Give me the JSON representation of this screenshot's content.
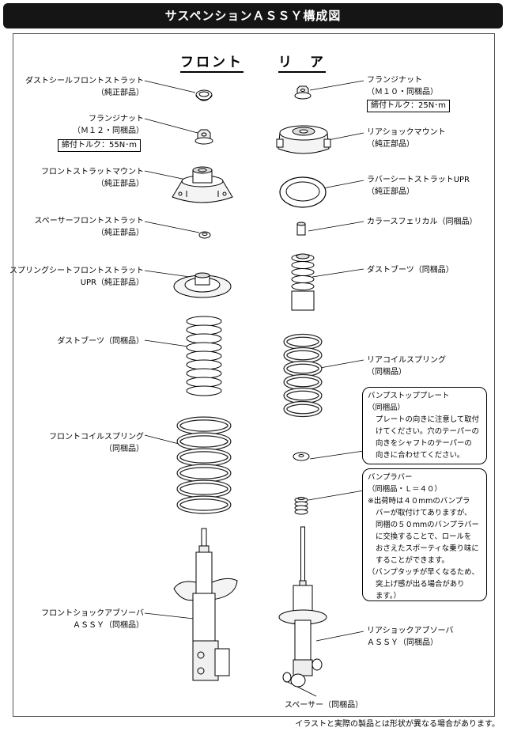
{
  "header": {
    "title": "サスペンションＡＳＳＹ構成図"
  },
  "columns": {
    "front": "フロント",
    "rear": "リ　ア"
  },
  "front_labels": {
    "dust_seal": [
      "ダストシールフロントストラット",
      "（純正部品）"
    ],
    "flange_nut": [
      "フランジナット",
      "（Ｍ１２・同梱品）"
    ],
    "flange_nut_torque": "締付トルク：55N･m",
    "strut_mount": [
      "フロントストラットマウント",
      "（純正部品）"
    ],
    "spacer": [
      "スペーサーフロントストラット",
      "（純正部品）"
    ],
    "spring_seat": [
      "スプリングシートフロントストラット",
      "UPR（純正部品）"
    ],
    "dust_boot": "ダストブーツ（同梱品）",
    "coil_spring": [
      "フロントコイルスプリング",
      "（同梱品）"
    ],
    "shock_absorber": [
      "フロントショックアブソーバ",
      "ＡＳＳＹ（同梱品）"
    ]
  },
  "rear_labels": {
    "flange_nut": [
      "フランジナット",
      "（Ｍ１０・同梱品）"
    ],
    "flange_nut_torque": "締付トルク：25N･m",
    "shock_mount": [
      "リアショックマウント",
      "（純正部品）"
    ],
    "rubber_seat": [
      "ラバーシートストラットUPR",
      "（純正部品）"
    ],
    "collar": "カラースフェリカル（同梱品）",
    "dust_boot": "ダストブーツ（同梱品）",
    "coil_spring": [
      "リアコイルスプリング",
      "（同梱品）"
    ],
    "shock_absorber": [
      "リアショックアブソーバ",
      "ＡＳＳＹ（同梱品）"
    ],
    "spacer": "スペーサー（同梱品）"
  },
  "notes": {
    "bump_stop_plate": {
      "title": "バンプストッププレート",
      "lines": [
        "（同梱品）",
        "プレートの向きに注意して取付",
        "けてください。穴のテーパーの",
        "向きをシャフトのテーパーの",
        "向きに合わせてください。"
      ]
    },
    "bump_rubber": {
      "title": "バンプラバー",
      "lines": [
        "（同梱品・Ｌ＝４０）",
        "※出荷時は４０mmのバンプラ",
        "バーが取付けてありますが、",
        "同梱の５０mmのバンプラバー",
        "に交換することで、ロールを",
        "おさえたスポーティな乗り味に",
        "することができます。",
        "（バンプタッチが早くなるため、",
        "突上げ感が出る場合があり",
        "ます。）"
      ]
    }
  },
  "footer": {
    "disclaimer": "イラストと実際の製品とは形状が異なる場合があります。"
  }
}
